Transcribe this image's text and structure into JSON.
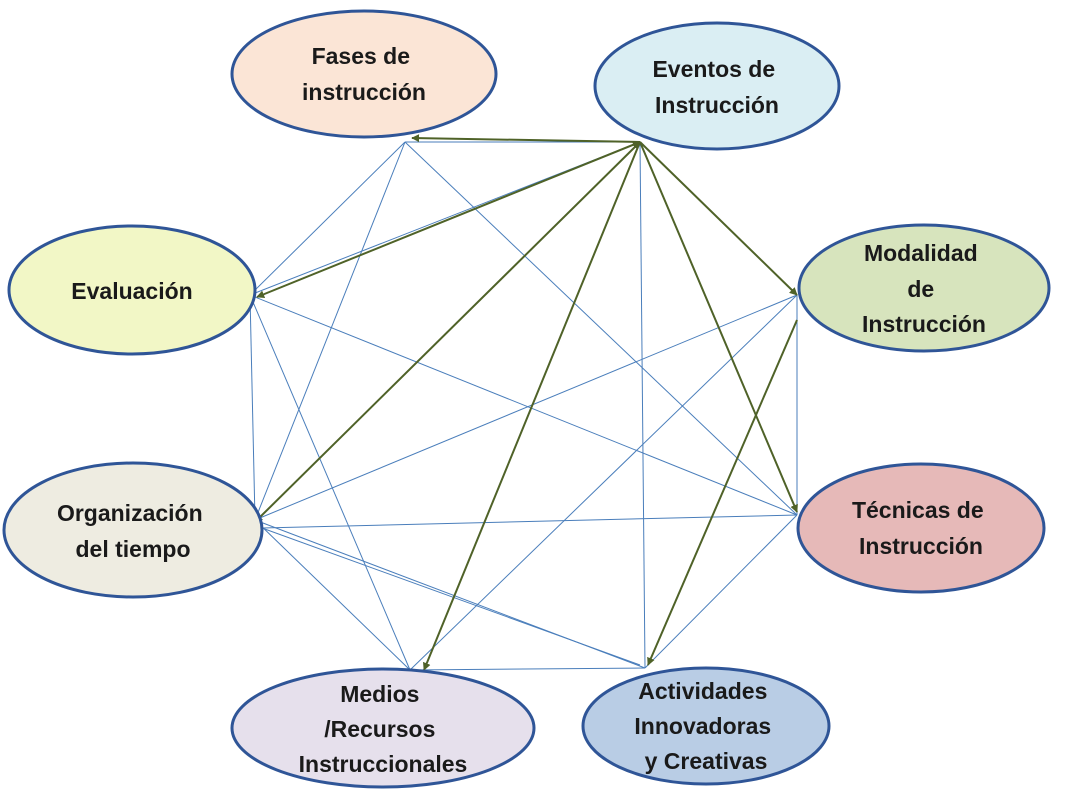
{
  "nodes": [
    {
      "id": "fases",
      "lines": [
        "Fases de",
        "instrucción"
      ],
      "fill": "#FBE5D6"
    },
    {
      "id": "eventos",
      "lines": [
        "Eventos de",
        "Instrucción"
      ],
      "fill": "#DAEEF3"
    },
    {
      "id": "modalidad",
      "lines": [
        "Modalidad",
        "de",
        "Instrucción"
      ],
      "fill": "#D7E4BD"
    },
    {
      "id": "tecnicas",
      "lines": [
        "Técnicas de",
        "Instrucción"
      ],
      "fill": "#E6B9B8"
    },
    {
      "id": "actividades",
      "lines": [
        "Actividades",
        "Innovadoras",
        "y Creativas"
      ],
      "fill": "#B9CDE5"
    },
    {
      "id": "medios",
      "lines": [
        "Medios",
        "/Recursos",
        "Instruccionales"
      ],
      "fill": "#E6E0EC"
    },
    {
      "id": "organizacion",
      "lines": [
        "Organización",
        "del tiempo"
      ],
      "fill": "#EEECE1"
    },
    {
      "id": "evaluacion",
      "lines": [
        "Evaluación"
      ],
      "fill": "#F2F7C6"
    }
  ],
  "node_stroke_color": "#2F5597",
  "line_color": "#4A7EBB",
  "arrow_color": "#4F6228"
}
